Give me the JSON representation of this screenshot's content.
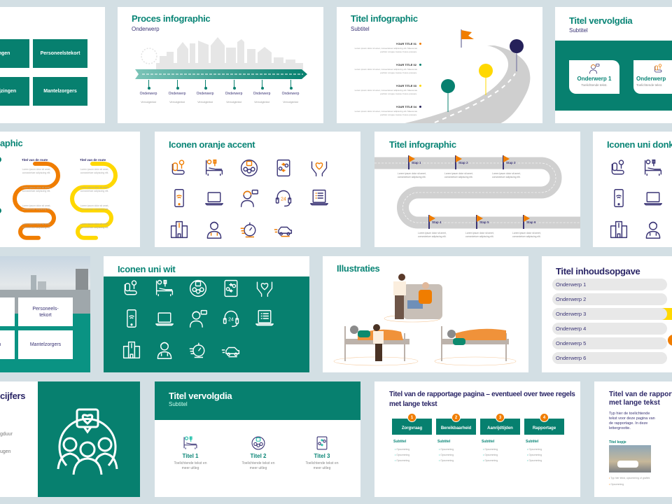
{
  "colors": {
    "teal": "#07806f",
    "purple": "#3a3475",
    "orange": "#f07d00",
    "yellow": "#ffd800",
    "road": "#cfcfcf",
    "background": "#d3dfe4"
  },
  "slide_r1_a": {
    "boxes": [
      "edingen",
      "Personeelstekort",
      "rwijzingen",
      "Mantelzorgers"
    ]
  },
  "slide_proces": {
    "title": "Proces infographic",
    "subtitle": "Onderwerp",
    "steps": [
      {
        "label": "Onderwerp",
        "text": "Vervolgtekst"
      },
      {
        "label": "Onderwerp",
        "text": "Vervolgtekst"
      },
      {
        "label": "Onderwerp",
        "text": "Vervolgtekst"
      },
      {
        "label": "Onderwerp",
        "text": "Vervolgtekst"
      },
      {
        "label": "Onderwerp",
        "text": "Vervolgtekst"
      },
      {
        "label": "Onderwerp",
        "text": "Vervolgtekst"
      }
    ]
  },
  "slide_road": {
    "title": "Titel infographic",
    "subtitle": "Subtitel",
    "items": [
      {
        "title": "YOUR TITLE 01",
        "text": "Lorem ipsum dolor sit amet, consectetuer adipiscing elit. Maecenas porttitor congue massa. Fusce posuere."
      },
      {
        "title": "YOUR TITLE 02",
        "text": "Lorem ipsum dolor sit amet, consectetuer adipiscing elit. Maecenas porttitor congue massa. Fusce posuere."
      },
      {
        "title": "YOUR TITLE 03",
        "text": "Lorem ipsum dolor sit amet, consectetuer adipiscing elit. Maecenas porttitor congue massa. Fusce posuere."
      },
      {
        "title": "YOUR TITLE 04",
        "text": "Lorem ipsum dolor sit amet, consectetuer adipiscing elit. Maecenas porttitor congue massa. Fusce posuere."
      }
    ]
  },
  "slide_vervolg1": {
    "title": "Titel vervolgdia",
    "subtitle": "Subtitel",
    "cards": [
      {
        "title": "Onderwerp 1",
        "text": "Toelichtende tekst."
      },
      {
        "title": "Onderwerp",
        "text": "Toelichtende tekst."
      }
    ]
  },
  "slide_route": {
    "title": "aphic",
    "columns": [
      {
        "title": "Titel van de route"
      },
      {
        "title": "Titel van de route"
      }
    ],
    "lorem": "Lorem ipsum dolor sit amet, consectetuer adipiscing elit."
  },
  "slide_icons_orange": {
    "title": "Iconen oranje accent"
  },
  "slide_steps": {
    "title": "Titel infographic",
    "steps": [
      "Stap 1",
      "Stap 2",
      "Stap 3",
      "Stap 4",
      "Stap 5",
      "Stap 6"
    ],
    "text": "Lorem ipsum dolor sit amet, consectetuer adipiscing elit."
  },
  "slide_icons_dark": {
    "title": "Iconen uni donke"
  },
  "slide_r3_a": {
    "boxes": [
      "en",
      "Personeels-tekort",
      "gen",
      "Mantelzorgers"
    ]
  },
  "slide_icons_white": {
    "title": "Iconen uni wit"
  },
  "slide_illus": {
    "title": "Illustraties"
  },
  "slide_toc": {
    "title": "Titel inhoudsopgave",
    "items": [
      "Onderwerp 1",
      "Onderwerp 2",
      "Onderwerp 3",
      "Onderwerp 4",
      "Onderwerp 5",
      "Onderwerp 6"
    ]
  },
  "slide_cijfers": {
    "title": "cijfers",
    "lines": [
      "gduur",
      "ugen"
    ]
  },
  "slide_vervolg2": {
    "title": "Titel vervolgdia",
    "subtitle": "Subtitel",
    "items": [
      {
        "title": "Titel 1",
        "text": "Toelichtende tekst en meer uitleg"
      },
      {
        "title": "Titel 2",
        "text": "Toelichtende tekst en meer uitleg"
      },
      {
        "title": "Titel 3",
        "text": "Toelichtende tekst en meer uitleg"
      }
    ]
  },
  "slide_rapport": {
    "title": "Titel van de rapportage pagina – eventueel over twee regels met lange tekst",
    "columns": [
      {
        "num": "1",
        "label": "Zorgvraag",
        "subtitle": "Subtitel",
        "bullets": [
          "Opsomming",
          "Opsomming",
          "Opsomming"
        ]
      },
      {
        "num": "2",
        "label": "Bereikbaarheid",
        "subtitle": "Subtitel",
        "bullets": [
          "Opsomming",
          "Opsomming",
          "Opsomming"
        ]
      },
      {
        "num": "3",
        "label": "Aanrijdtijden",
        "subtitle": "Subtitel",
        "bullets": [
          "Opsomming",
          "Opsomming",
          "Opsomming"
        ]
      },
      {
        "num": "4",
        "label": "Rapportage",
        "subtitle": "Subtitel",
        "bullets": [
          "Opsomming",
          "Opsomming",
          "Opsomming"
        ]
      }
    ]
  },
  "slide_rapport2": {
    "title": "Titel van de rapportage",
    "title2": "met lange tekst",
    "text": "Typ hier de toelichtende tekst voor deze pagina van de rapportage. In deze lettergrootte.",
    "caption": "Titel kopje",
    "bullets": [
      "Typ hier tekst, opsomming of grafiek",
      "Opsomming"
    ]
  },
  "icons": [
    "blood-pressure",
    "hospital-bed",
    "group-care",
    "video-call",
    "heart-hands",
    "phone-wifi",
    "laptop",
    "support-agent",
    "headset-24-7",
    "laptop-checklist",
    "hospital",
    "doctor",
    "stopwatch",
    "car"
  ]
}
